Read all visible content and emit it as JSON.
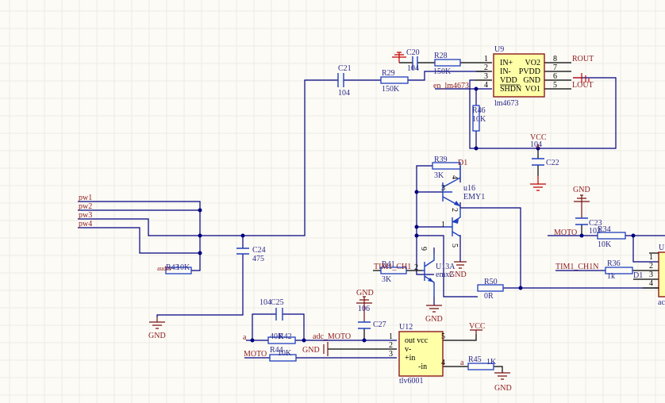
{
  "app": {
    "view": "schematic-editor"
  },
  "colors": {
    "background": "#fdfbf6",
    "grid": "#ebebe6",
    "wire": "#00007f",
    "component": "#1f3fbf",
    "net_label": "#8b1a1a",
    "ic_fill": "#ffffa8",
    "power": "#c00000"
  },
  "components": {
    "U9": {
      "designator": "U9",
      "part": "lm4673",
      "pins_left": [
        {
          "num": "1",
          "name": "IN+"
        },
        {
          "num": "2",
          "name": "IN-"
        },
        {
          "num": "3",
          "name": "VDD"
        },
        {
          "num": "4",
          "name": "SHDN"
        }
      ],
      "pins_right": [
        {
          "num": "8",
          "name": "VO2"
        },
        {
          "num": "7",
          "name": "PVDD"
        },
        {
          "num": "6",
          "name": "GND"
        },
        {
          "num": "5",
          "name": "VO1"
        }
      ]
    },
    "U12": {
      "designator": "U12",
      "part": "tlv6001",
      "pin_text": [
        "out vcc",
        "v-",
        "+in",
        "-in"
      ],
      "pins_left": [
        "1",
        "2",
        "3"
      ],
      "pins_right": [
        "5",
        "4"
      ]
    },
    "U16": {
      "designator": "u16",
      "part": "EMY1",
      "pins": [
        "4",
        "3",
        "2",
        "1",
        "5"
      ]
    },
    "U13A": {
      "designator": "U13A",
      "part": "emx2",
      "overlap_text": "26",
      "pins": [
        "6",
        "2",
        "1"
      ]
    },
    "U_right": {
      "designator": "U",
      "part_fragment": "ac",
      "pins": [
        "1",
        "2",
        "3",
        "4"
      ]
    },
    "C20": {
      "designator": "C20",
      "value": "104"
    },
    "C21": {
      "designator": "C21",
      "value": "104"
    },
    "C22": {
      "designator": "C22",
      "value": "104"
    },
    "C23": {
      "designator": "C23",
      "value": "103"
    },
    "C24": {
      "designator": "C24",
      "value": "475"
    },
    "C25": {
      "designator": "C25",
      "value": "104"
    },
    "C27": {
      "designator": "C27",
      "value": "106"
    },
    "R28": {
      "designator": "R28",
      "value": "150K"
    },
    "R29": {
      "designator": "R29",
      "value": "150K"
    },
    "R34": {
      "designator": "R34",
      "value": "10K"
    },
    "R36": {
      "designator": "R36",
      "value": "1k"
    },
    "R39": {
      "designator": "R39",
      "value": "3K"
    },
    "R41": {
      "designator": "R41",
      "value": "3K"
    },
    "R42": {
      "designator": "R42",
      "value": "40K"
    },
    "R43": {
      "designator": "R43",
      "value": "10K"
    },
    "R44": {
      "designator": "R44",
      "value": "10K"
    },
    "R45": {
      "designator": "R45",
      "value": "1K"
    },
    "R46": {
      "designator": "R46",
      "value": "10K"
    },
    "R50": {
      "designator": "R50",
      "value": "0R"
    }
  },
  "nets": {
    "pw1": "pw1",
    "pw2": "pw2",
    "pw3": "pw3",
    "pw4": "pw4",
    "audio": "audio",
    "rout": "ROUT",
    "lout": "LOUT",
    "en": "en_lm4673",
    "vcc": "VCC",
    "gnd": "GND",
    "moto": "MOTO",
    "adc_moto": "adc_MOTO",
    "tim1_ch1": "TIM1_CH1",
    "tim1_ch1n": "TIM1_CH1N",
    "d1": "D1",
    "a": "a"
  }
}
